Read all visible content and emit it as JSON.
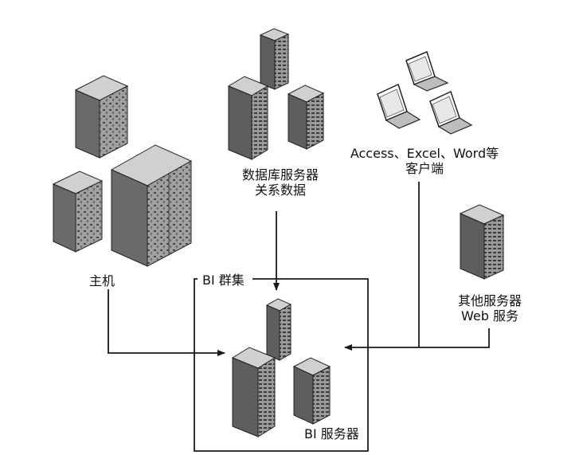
{
  "nodes": {
    "mainframe": {
      "label": "主机",
      "icon": "mainframe-server-icon"
    },
    "database_servers": {
      "label_line1": "数据库服务器",
      "label_line2": "关系数据",
      "icon": "server-tower-icon"
    },
    "clients": {
      "label_line1": "Access、Excel、Word等",
      "label_line2": "客户端",
      "icon": "laptop-icon"
    },
    "other_servers": {
      "label_line1": "其他服务器",
      "label_line2": "Web 服务",
      "icon": "server-tower-icon"
    },
    "bi_cluster": {
      "label": "BI 群集"
    },
    "bi_servers": {
      "label": "BI 服务器",
      "icon": "server-tower-icon"
    }
  },
  "colors": {
    "line": "#1a1a1a",
    "server_front": "#8c8c8c",
    "server_side": "#5e5e5e",
    "server_top": "#c8c8c8"
  }
}
